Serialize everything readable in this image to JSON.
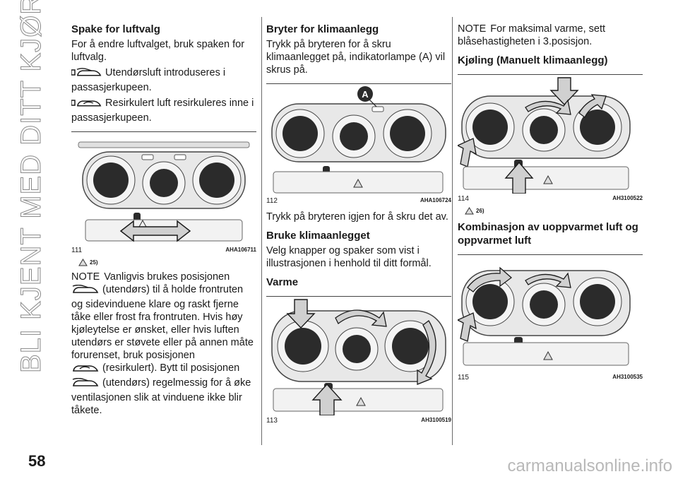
{
  "sidebar_title": "BLI KJENT MED DITT KJØRETØY",
  "page_number": "58",
  "watermark": "carmanualsonline.info",
  "col1": {
    "h_air": "Spake for luftvalg",
    "p_air": "For å endre luftvalget, bruk spaken for luftvalg.",
    "p_out": "Utendørsluft introduseres i passasjerkupeen.",
    "p_rec": "Resirkulert luft resirkuleres inne i passasjerkupeen.",
    "fig_num": "111",
    "fig_code": "AHA106711",
    "warn_ref": "25)",
    "note_label": "NOTE",
    "note_1": "Vanligvis brukes posisjonen",
    "note_2": "(utendørs) til å holde frontruten og sidevinduene klare og raskt fjerne tåke eller frost fra frontruten. Hvis høy kjøleytelse er ønsket, eller hvis luften utendørs er støvete eller på annen måte forurenset, bruk posisjonen",
    "note_3": "(resirkulert). Bytt til posisjonen",
    "note_4": "(utendørs) regelmessig for å øke ventilasjonen slik at vinduene ikke blir tåkete."
  },
  "col2": {
    "h_switch": "Bryter for klimaanlegg",
    "p_switch": "Trykk på bryteren for å skru klimaanlegget på, indikatorlampe (A) vil skrus på.",
    "label_a": "A",
    "fig112_num": "112",
    "fig112_code": "AHA106724",
    "p_off": "Trykk på bryteren igjen for å skru det av.",
    "h_use": "Bruke klimaanlegget",
    "p_use": "Velg knapper og spaker som vist i illustrasjonen i henhold til ditt formål.",
    "h_heat": "Varme",
    "fig113_num": "113",
    "fig113_code": "AH3100519"
  },
  "col3": {
    "note_label": "NOTE",
    "note_heat": "For maksimal varme, sett blåsehastigheten i 3.posisjon.",
    "h_cool": "Kjøling (Manuelt klimaanlegg)",
    "fig114_num": "114",
    "fig114_code": "AH3100522",
    "warn_ref": "26)",
    "h_combo": "Kombinasjon av uoppvarmet luft og oppvarmet luft",
    "fig115_num": "115",
    "fig115_code": "AH3100535"
  },
  "colors": {
    "dark": "#1a1a1a",
    "panel": "#e6e6e6",
    "knob": "#2b2b2b",
    "arrow": "#d0d0d0"
  },
  "icons": [
    "outside-air-icon",
    "recirculated-air-icon",
    "warning-triangle-icon",
    "arrow-icon"
  ]
}
